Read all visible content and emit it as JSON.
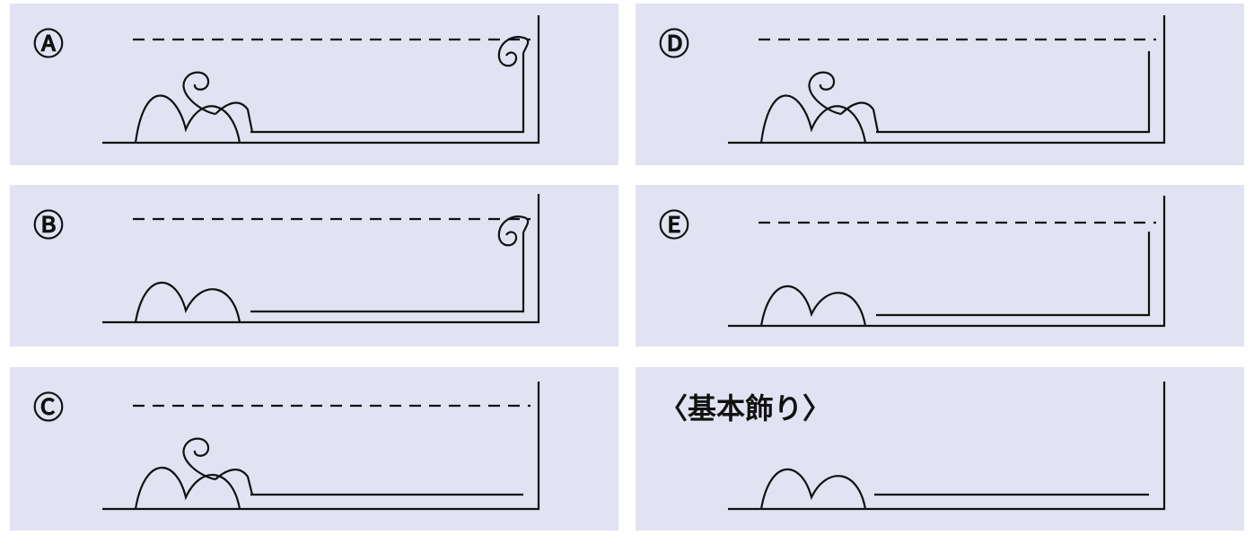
{
  "panels": [
    {
      "id": "A",
      "label": "Ⓐ",
      "dashed": true,
      "curl": true,
      "innerLine": true,
      "swirl": true
    },
    {
      "id": "D",
      "label": "Ⓓ",
      "dashed": true,
      "curl": false,
      "innerLine": true,
      "swirl": true
    },
    {
      "id": "B",
      "label": "Ⓑ",
      "dashed": true,
      "curl": true,
      "innerLine": true,
      "swirl": false
    },
    {
      "id": "E",
      "label": "Ⓔ",
      "dashed": true,
      "curl": false,
      "innerLine": true,
      "swirl": false
    },
    {
      "id": "C",
      "label": "Ⓒ",
      "dashed": true,
      "curl": false,
      "innerLine": false,
      "swirl": true
    },
    {
      "id": "base",
      "label": "〈基本飾り〉",
      "dashed": false,
      "curl": false,
      "innerLine": false,
      "swirl": false
    }
  ]
}
